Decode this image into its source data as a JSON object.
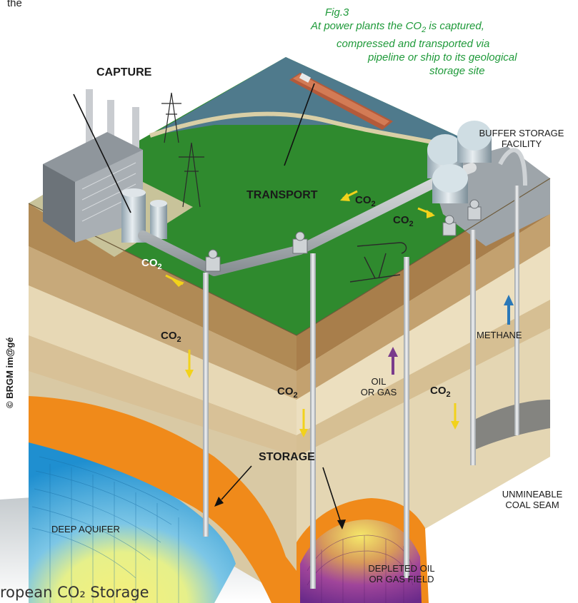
{
  "figure": {
    "fig_number": "Fig.3",
    "caption_lines": [
      "At power plants the CO2 is captured,",
      "compressed and transported via",
      "pipeline or ship to its geological",
      "storage site"
    ],
    "top_fragment": "the",
    "credit": "© BRGM im@gé",
    "bottom_text": "ropean CO₂ Storage"
  },
  "labels": {
    "capture": "CAPTURE",
    "transport": "TRANSPORT",
    "storage": "STORAGE",
    "buffer_storage": [
      "BUFFER STORAGE",
      "FACILITY"
    ],
    "methane": "METHANE",
    "oil_gas": [
      "OIL",
      "OR GAS"
    ],
    "deep_aquifer": "DEEP AQUIFER",
    "unmineable": [
      "UNMINEABLE",
      "COAL SEAM"
    ],
    "depleted": [
      "DEPLETED OIL",
      "OR GAS FIELD"
    ]
  },
  "co2_label": {
    "main": "CO",
    "sub": "2"
  },
  "colors": {
    "caption_green": "#1f9a3a",
    "grass": "#2f8a2e",
    "aquifer_blue": "#3aa3d8",
    "orange_layer": "#f08a1a",
    "purple_field": "#7a2a8a",
    "arrow_yellow": "#f2d21b",
    "arrow_purple": "#7a3b8c",
    "arrow_blue": "#2a78b8"
  }
}
